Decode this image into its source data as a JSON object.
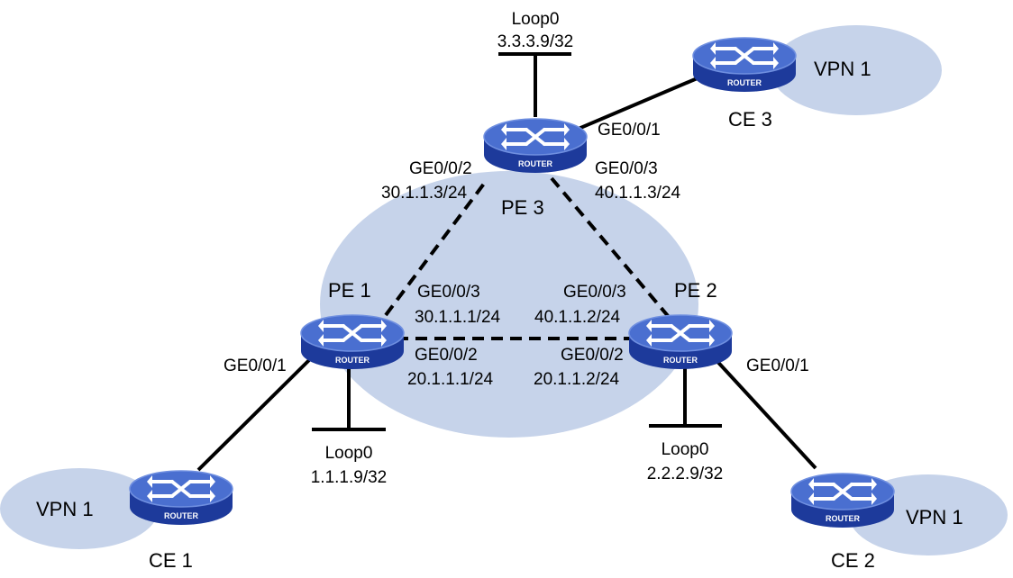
{
  "colors": {
    "router_top": "#4a6fd0",
    "router_side": "#1d3a9b",
    "cloud": "#c6d3ea",
    "line": "#000000"
  },
  "routers": {
    "pe1": {
      "name": "PE 1",
      "badge": "ROUTER",
      "icon": "router-icon"
    },
    "pe2": {
      "name": "PE 2",
      "badge": "ROUTER",
      "icon": "router-icon"
    },
    "pe3": {
      "name": "PE 3",
      "badge": "ROUTER",
      "icon": "router-icon"
    },
    "ce1": {
      "name": "CE 1",
      "badge": "ROUTER",
      "icon": "router-icon"
    },
    "ce2": {
      "name": "CE 2",
      "badge": "ROUTER",
      "icon": "router-icon"
    },
    "ce3": {
      "name": "CE 3",
      "badge": "ROUTER",
      "icon": "router-icon"
    }
  },
  "vpns": {
    "vpn_ce1": "VPN 1",
    "vpn_ce2": "VPN 1",
    "vpn_ce3": "VPN 1"
  },
  "loopbacks": {
    "pe1": {
      "name": "Loop0",
      "ip": "1.1.1.9/32"
    },
    "pe2": {
      "name": "Loop0",
      "ip": "2.2.2.9/32"
    },
    "pe3": {
      "name": "Loop0",
      "ip": "3.3.3.9/32"
    }
  },
  "interfaces": {
    "pe1_ce": {
      "port": "GE0/0/1"
    },
    "pe1_pe3": {
      "port": "GE0/0/3",
      "ip": "30.1.1.1/24"
    },
    "pe1_pe2": {
      "port": "GE0/0/2",
      "ip": "20.1.1.1/24"
    },
    "pe2_pe3": {
      "port": "GE0/0/3",
      "ip": "40.1.1.2/24"
    },
    "pe2_pe1": {
      "port": "GE0/0/2",
      "ip": "20.1.1.2/24"
    },
    "pe2_ce": {
      "port": "GE0/0/1"
    },
    "pe3_pe1": {
      "port": "GE0/0/2",
      "ip": "30.1.1.3/24"
    },
    "pe3_pe2": {
      "port": "GE0/0/3",
      "ip": "40.1.1.3/24"
    },
    "pe3_ce": {
      "port": "GE0/0/1"
    }
  }
}
